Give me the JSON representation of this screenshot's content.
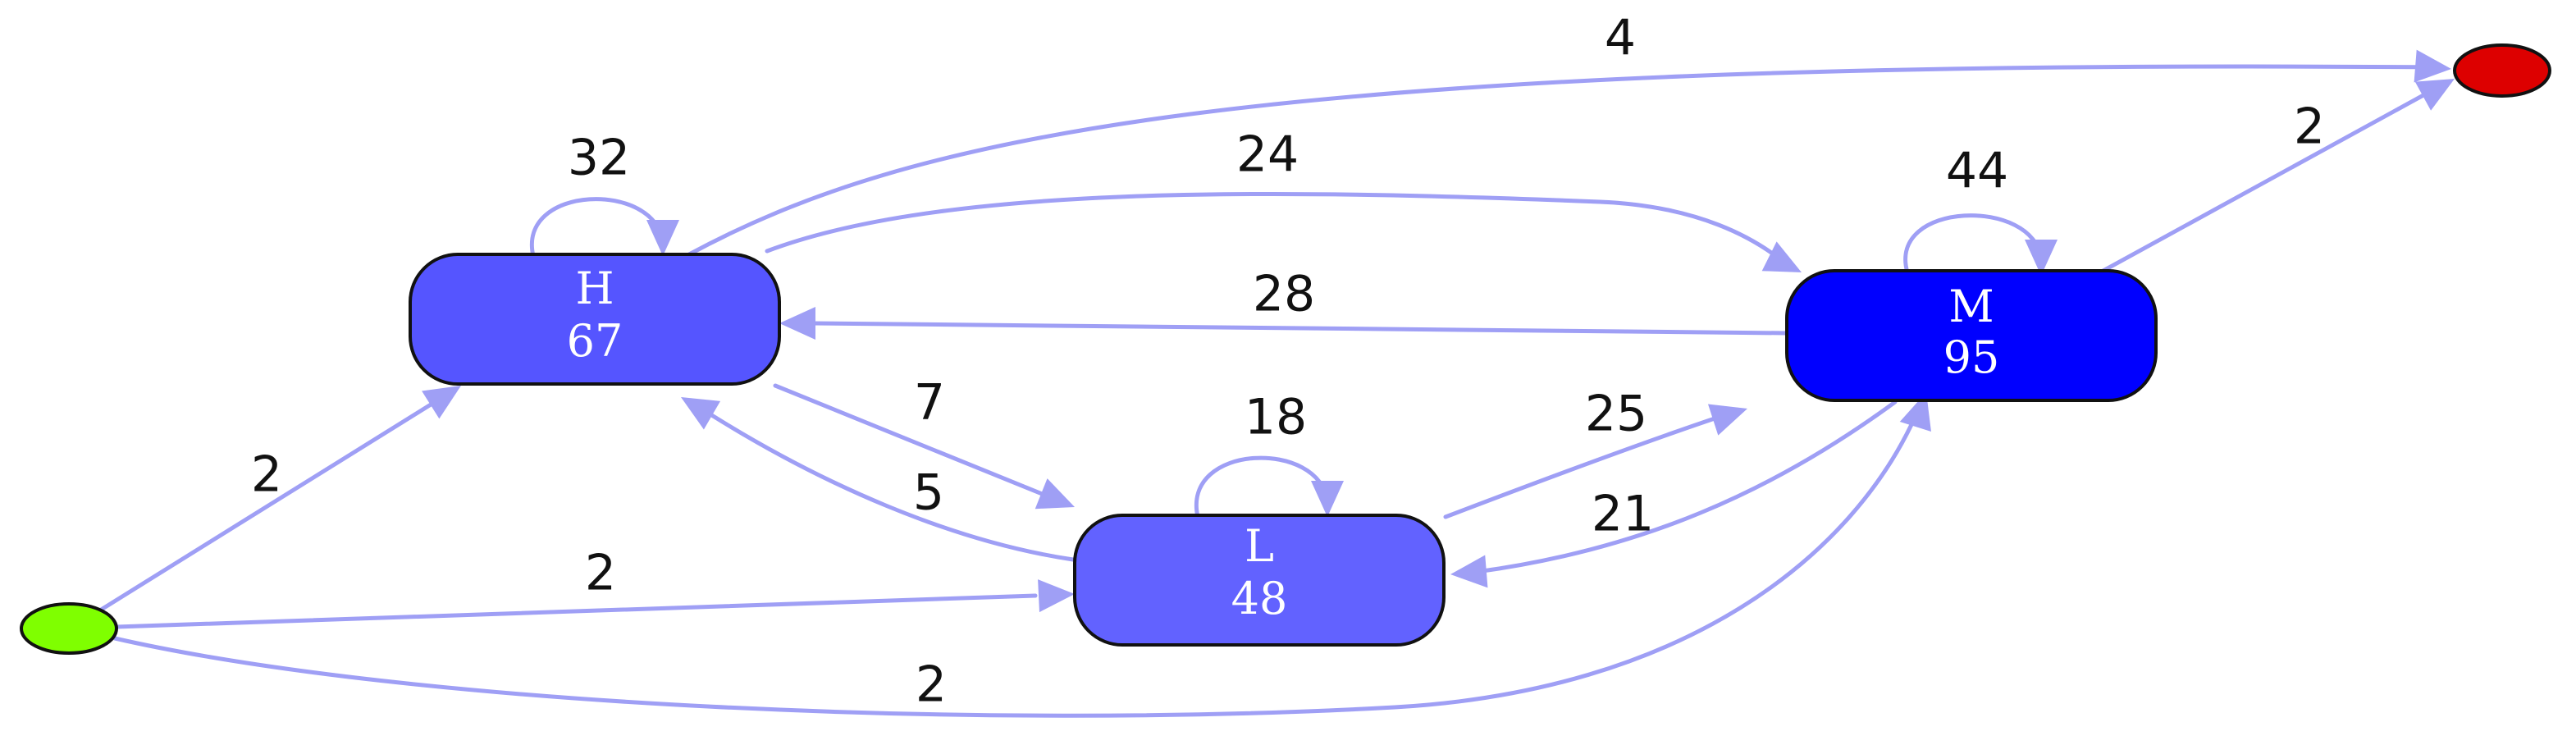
{
  "nodes": {
    "H": {
      "label": "H",
      "value": "67",
      "fill": "#5555ff"
    },
    "M": {
      "label": "M",
      "value": "95",
      "fill": "#0000ff"
    },
    "L": {
      "label": "L",
      "value": "48",
      "fill": "#6262ff"
    }
  },
  "start_node": {
    "fill": "#7fff00"
  },
  "end_node": {
    "fill": "#dd0000"
  },
  "edge_color": "#9f9ff5",
  "edges": [
    {
      "id": "H-H",
      "label": "32"
    },
    {
      "id": "M-M",
      "label": "44"
    },
    {
      "id": "L-L",
      "label": "18"
    },
    {
      "id": "H-END",
      "label": "4"
    },
    {
      "id": "M-END",
      "label": "2"
    },
    {
      "id": "H-M",
      "label": "24"
    },
    {
      "id": "M-H",
      "label": "28"
    },
    {
      "id": "H-L",
      "label": "7"
    },
    {
      "id": "L-H",
      "label": "5"
    },
    {
      "id": "L-M",
      "label": "25"
    },
    {
      "id": "M-L",
      "label": "21"
    },
    {
      "id": "START-H",
      "label": "2"
    },
    {
      "id": "START-L",
      "label": "2"
    },
    {
      "id": "START-M",
      "label": "2"
    }
  ]
}
